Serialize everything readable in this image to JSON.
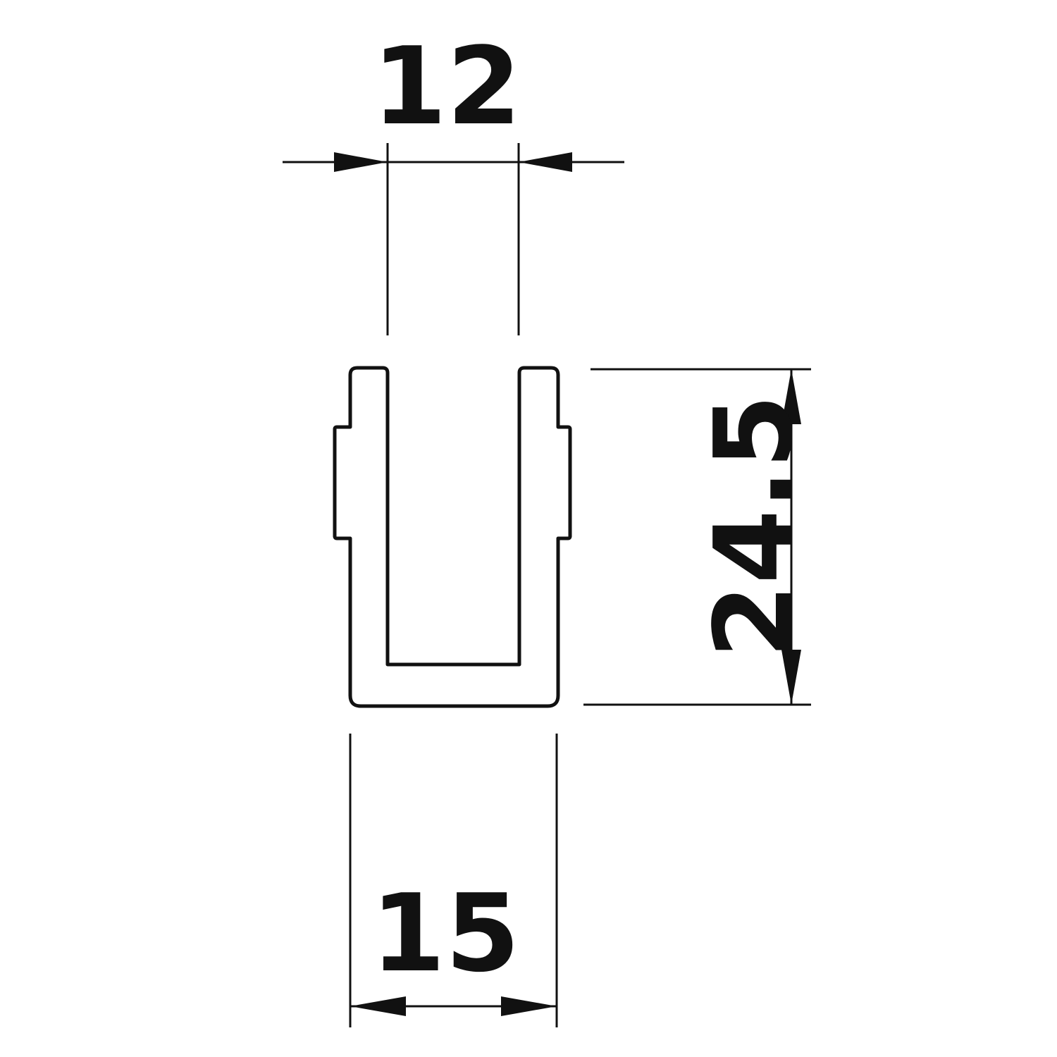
{
  "drawing": {
    "line_color": "#111111",
    "background": "#ffffff"
  },
  "dimensions": {
    "inner_width": "12",
    "height": "24.5",
    "outer_width": "15"
  }
}
